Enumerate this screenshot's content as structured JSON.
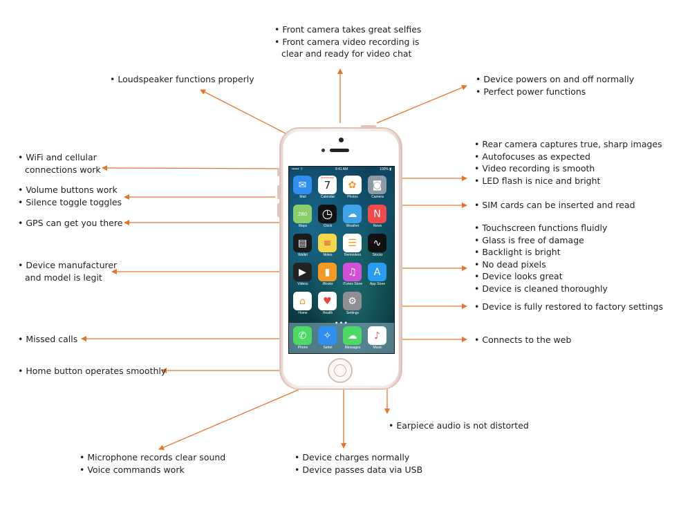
{
  "labels": {
    "front_camera": [
      "• Front camera takes great selfies",
      "• Front camera video recording is",
      "clear and ready for video chat"
    ],
    "loudspeaker": [
      "• Loudspeaker functions properly"
    ],
    "power": [
      "• Device powers on and off normally",
      "• Perfect power functions"
    ],
    "wifi": [
      "• WiFi and cellular",
      "connections work"
    ],
    "rear_camera": [
      "• Rear camera captures true, sharp images",
      "• Autofocuses as expected",
      "• Video recording is smooth",
      "• LED flash is nice and bright"
    ],
    "volume": [
      "• Volume buttons work",
      "• Silence toggle toggles"
    ],
    "sim": [
      "• SIM cards can be inserted and read"
    ],
    "gps": [
      "• GPS can get you there"
    ],
    "touchscreen": [
      "• Touchscreen functions fluidly",
      "• Glass is free of damage",
      "• Backlight is bright",
      "• No dead pixels",
      "• Device looks great",
      "• Device is cleaned thoroughly"
    ],
    "manufacturer": [
      "• Device manufacturer",
      "and model is legit"
    ],
    "restored": [
      "• Device is fully restored to factory settings"
    ],
    "missed_calls": [
      "• Missed calls"
    ],
    "web": [
      "• Connects to the web"
    ],
    "home_button": [
      "• Home button operates smoothly"
    ],
    "earpiece": [
      "• Earpiece audio is not distorted"
    ],
    "microphone": [
      "• Microphone records clear sound",
      "• Voice commands work"
    ],
    "charging": [
      "• Device charges normally",
      "• Device passes data via USB"
    ]
  },
  "phone": {
    "status": {
      "carrier": "•••••• ⌔",
      "time": "9:41 AM",
      "battery": "100% ▮"
    },
    "apps": [
      {
        "name": "Mail",
        "icon": "mail-icon",
        "glyph": "✉",
        "color": "#2f8ef0"
      },
      {
        "name": "Calendar",
        "icon": "calendar-icon",
        "glyph": "7",
        "color": "#ffffff",
        "top": "Wednesday"
      },
      {
        "name": "Photos",
        "icon": "photos-icon",
        "glyph": "✿",
        "color": "#ffffff"
      },
      {
        "name": "Camera",
        "icon": "camera-icon",
        "glyph": "◙",
        "color": "#8e9aa3"
      },
      {
        "name": "Maps",
        "icon": "maps-icon",
        "glyph": "280",
        "color": "#8ccf6a"
      },
      {
        "name": "Clock",
        "icon": "clock-icon",
        "glyph": "◷",
        "color": "#111111"
      },
      {
        "name": "Weather",
        "icon": "weather-icon",
        "glyph": "☁",
        "color": "#3fa3e8"
      },
      {
        "name": "News",
        "icon": "news-icon",
        "glyph": "N",
        "color": "#f24a4a"
      },
      {
        "name": "Wallet",
        "icon": "wallet-icon",
        "glyph": "▤",
        "color": "#1a1a1a"
      },
      {
        "name": "Notes",
        "icon": "notes-icon",
        "glyph": "≡",
        "color": "#f6d64a"
      },
      {
        "name": "Reminders",
        "icon": "reminders-icon",
        "glyph": "☰",
        "color": "#ffffff"
      },
      {
        "name": "Stocks",
        "icon": "stocks-icon",
        "glyph": "∿",
        "color": "#111111"
      },
      {
        "name": "Videos",
        "icon": "videos-icon",
        "glyph": "▶",
        "color": "#222222"
      },
      {
        "name": "iBooks",
        "icon": "ibooks-icon",
        "glyph": "▮",
        "color": "#f29a25"
      },
      {
        "name": "iTunes Store",
        "icon": "itunes-icon",
        "glyph": "♫",
        "color": "#d24fd8"
      },
      {
        "name": "App Store",
        "icon": "appstore-icon",
        "glyph": "A",
        "color": "#2a9bf2"
      },
      {
        "name": "Home",
        "icon": "home-icon",
        "glyph": "⌂",
        "color": "#ffffff"
      },
      {
        "name": "Health",
        "icon": "health-icon",
        "glyph": "♥",
        "color": "#ffffff"
      },
      {
        "name": "Settings",
        "icon": "settings-icon",
        "glyph": "⚙",
        "color": "#8e8e93"
      }
    ],
    "dock": [
      {
        "name": "Phone",
        "icon": "phone-icon",
        "glyph": "✆",
        "color": "#4cd964"
      },
      {
        "name": "Safari",
        "icon": "safari-icon",
        "glyph": "✧",
        "color": "#2f8ef0"
      },
      {
        "name": "Messages",
        "icon": "messages-icon",
        "glyph": "☁",
        "color": "#4cd964"
      },
      {
        "name": "Music",
        "icon": "music-icon",
        "glyph": "♪",
        "color": "#ffffff"
      }
    ]
  },
  "colors": {
    "arrow": "#e8732a",
    "text": "#1e1e1e"
  }
}
